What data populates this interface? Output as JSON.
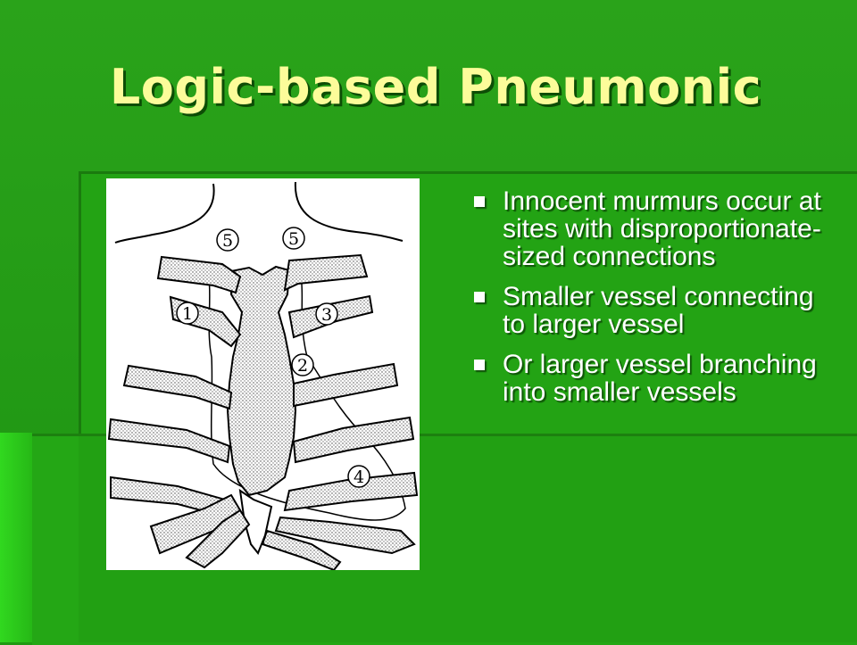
{
  "slide": {
    "title": "Logic-based Pneumonic"
  },
  "figure": {
    "labels": [
      "5",
      "5",
      "1",
      "3",
      "2",
      "4"
    ]
  },
  "bullets": [
    {
      "text": "Innocent murmurs occur at sites with disproportionate-sized connections"
    },
    {
      "text": "Smaller vessel connecting to larger vessel"
    },
    {
      "text": "Or larger vessel branching into smaller vessels"
    }
  ],
  "colors": {
    "background": "#1f9a12",
    "title": "#fcfc9a",
    "bullet_text": "#ffffff"
  }
}
